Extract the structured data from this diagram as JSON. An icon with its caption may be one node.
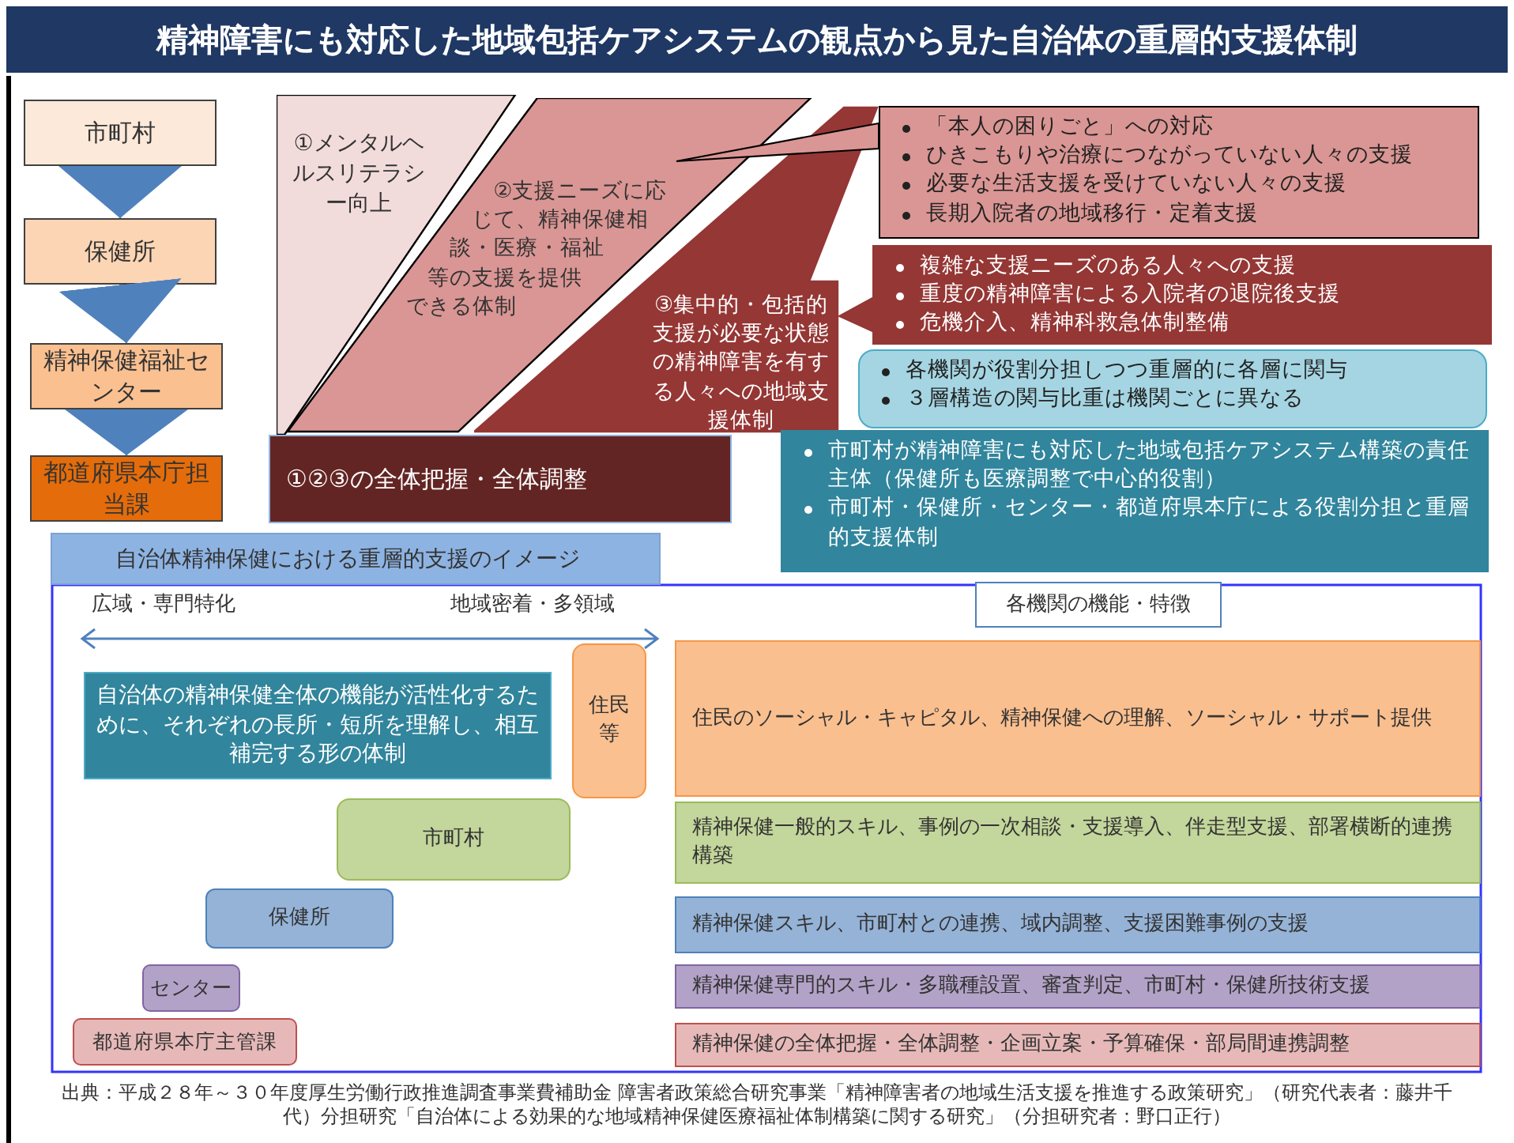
{
  "diagram": {
    "title": "精神障害にも対応した地域包括ケアシステムの観点から見た自治体の重層的支援体制",
    "caption": "出典：平成２８年～３０年度厚生労働行政推進調査事業費補助金 障害者政策総合研究事業「精神障害者の地域生活支援を推進する政策研究」（研究代表者：藤井千代）分担研究「自治体による効果的な地域精神保健医療福祉体制構築に関する研究」（分担研究者：野口正行）",
    "nodes": [
      {
        "text": [
          "市町村"
        ]
      },
      {
        "text": [
          "保健所"
        ]
      },
      {
        "text": [
          "精神保健福祉センター"
        ]
      },
      {
        "text": [
          "都道府県本庁担当課"
        ]
      },
      {
        "text": [
          "①メンタルヘルスリテラシー向上"
        ]
      },
      {
        "text": [
          "②支援ニーズに応じて、精神保健相談・医療・福祉等の支援を提供できる体制"
        ]
      },
      {
        "text": [
          "③集中的・包括的支援が必要な状態の精神障害を有する人々への地域支援体制"
        ]
      },
      {
        "text": [
          "①②③の全体把握・全体調整"
        ]
      },
      {
        "text": [
          "「本人の困りごと」への対応",
          "ひきこもりや治療につながっていない人々の支援",
          "必要な生活支援を受けていない人々の支援",
          "長期入院者の地域移行・定着支援"
        ]
      },
      {
        "text": [
          "複雑な支援ニーズのある人々への支援",
          "重度の精神障害による入院者の退院後支援",
          "危機介入、精神科救急体制整備"
        ]
      },
      {
        "text": [
          "各機関が役割分担しつつ重層的に各層に関与",
          "３層構造の関与比重は機関ごとに異なる"
        ]
      },
      {
        "text": [
          "市町村が精神障害にも対応した地域包括ケアシステム構築の責任主体（保健所も医療調整で中心的役割）",
          "市町村・保健所・センター・都道府県本庁による役割分担と重層的支援体制"
        ]
      },
      {
        "text": [
          "自治体精神保健における重層的支援のイメージ"
        ]
      },
      {
        "text": [
          "自治体の精神保健全体の機能が活性化するために、それぞれの長所・短所を理解し、相互補完する形の体制"
        ],
        "in": 12
      },
      {
        "text": [
          "住民等"
        ],
        "in": 12
      },
      {
        "text": [
          "市町村"
        ],
        "in": 12
      },
      {
        "text": [
          "保健所"
        ],
        "in": 12
      },
      {
        "text": [
          "センター"
        ],
        "in": 12
      },
      {
        "text": [
          "都道府県本庁主管課"
        ],
        "in": 12
      },
      {
        "text": [
          "各機関の機能・特徴"
        ],
        "in": 12
      },
      {
        "text": [
          "住民のソーシャル・キャピタル、精神保健への理解、ソーシャル・サポート提供"
        ],
        "in": 12
      },
      {
        "text": [
          "精神保健一般的スキル、事例の一次相談・支援導入、伴走型支援、部署横断的連携構築"
        ],
        "in": 12
      },
      {
        "text": [
          "精神保健スキル、市町村との連携、域内調整、支援困難事例の支援"
        ],
        "in": 12
      },
      {
        "text": [
          "精神保健専門的スキル・多職種設置、審査判定、市町村・保健所技術支援"
        ],
        "in": 12
      },
      {
        "text": [
          "精神保健の全体把握・全体調整・企画立案・予算確保・部局間連携調整"
        ],
        "in": 12
      }
    ],
    "edges": [
      {
        "from": 0,
        "to": 1,
        "arrow": "to"
      },
      {
        "from": 1,
        "to": 2,
        "arrow": "to"
      },
      {
        "from": 2,
        "to": 3,
        "arrow": "to"
      },
      {
        "from": 8,
        "to": 5,
        "arrow": "to"
      },
      {
        "from": 9,
        "to": 6,
        "arrow": "to"
      }
    ],
    "labels": [
      "広域・専門特化",
      "地域密着・多領域"
    ]
  }
}
